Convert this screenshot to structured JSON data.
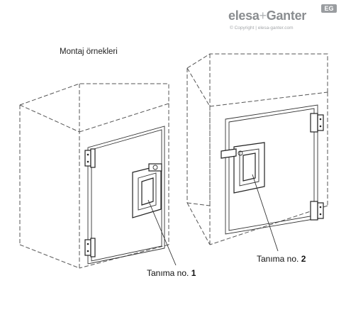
{
  "brand": {
    "logo_text": "elesa",
    "logo_plus": "+",
    "logo_text2": "Ganter",
    "badge": "EG",
    "copyright": "© Copyright | elesa-ganter.com"
  },
  "diagram": {
    "heading": "Montaj örnekleri",
    "callout_1": {
      "prefix": "Tanıma no. ",
      "number": "1"
    },
    "callout_2": {
      "prefix": "Tanıma no. ",
      "number": "2"
    }
  }
}
